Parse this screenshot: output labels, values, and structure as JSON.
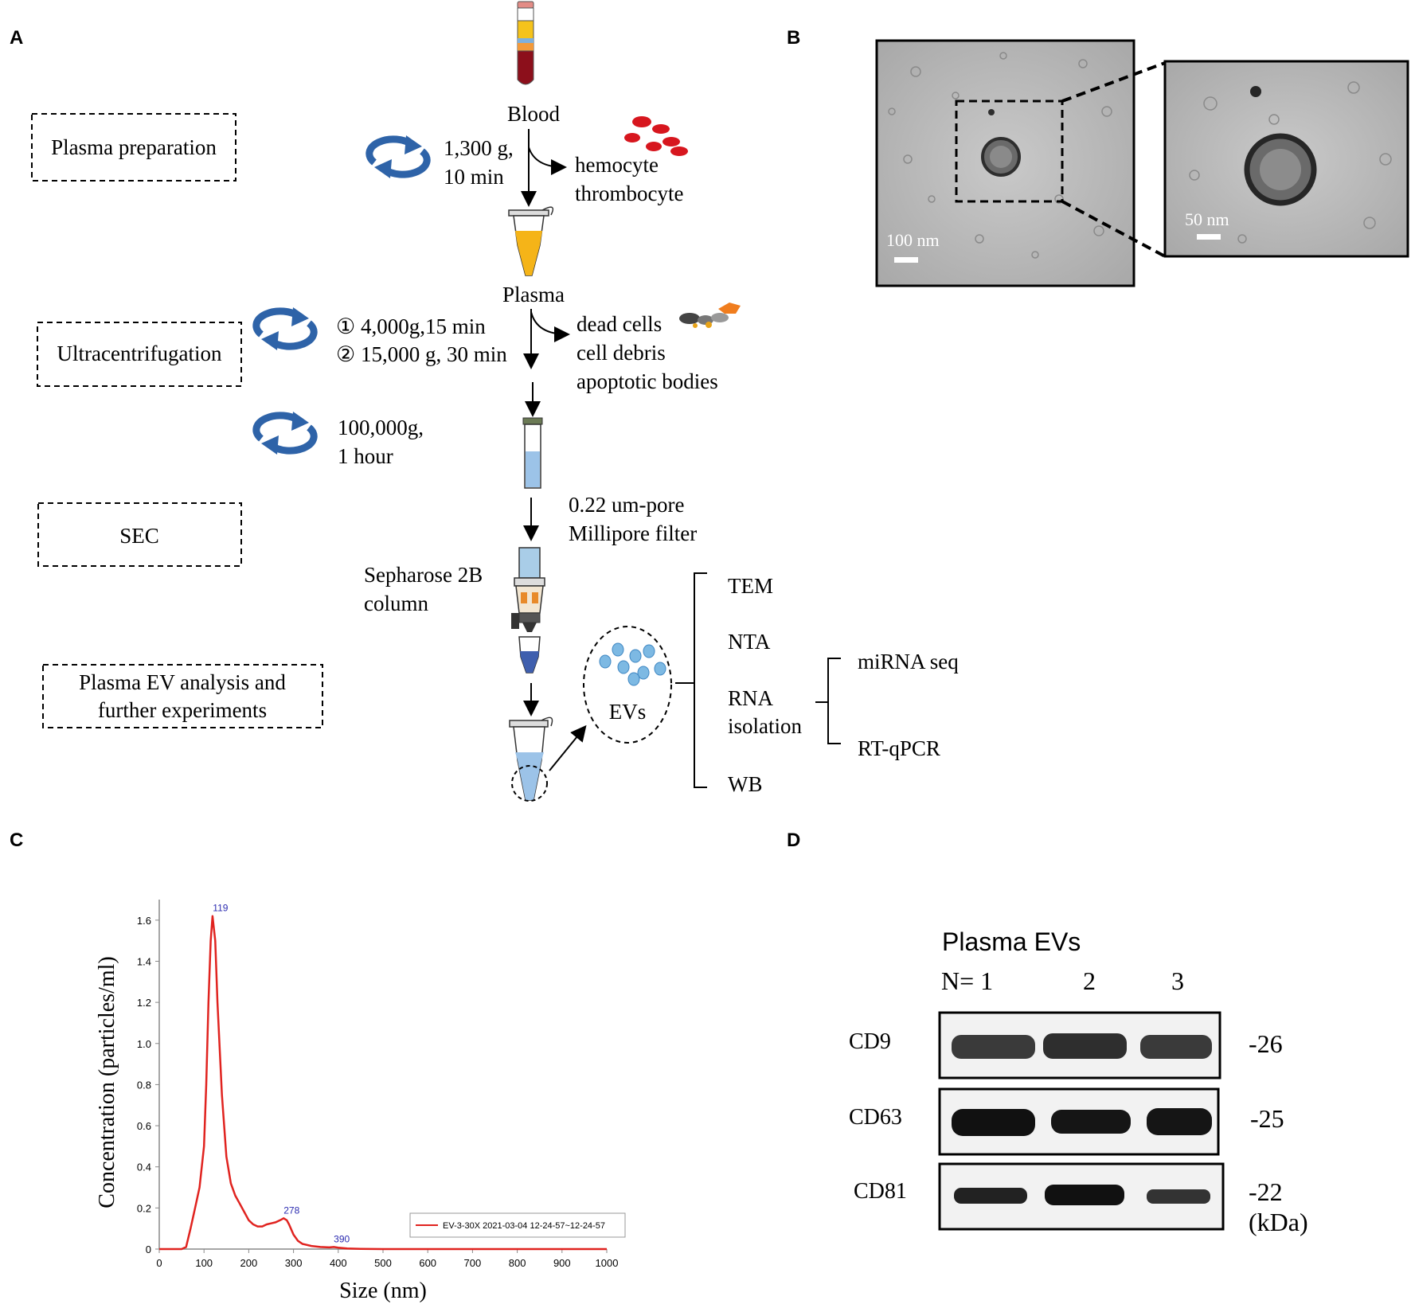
{
  "panels": {
    "a": {
      "letter": "A",
      "boxes": [
        "Plasma preparation",
        "Ultracentrifugation",
        "SEC",
        "Plasma EV analysis and",
        "further experiments"
      ],
      "blood": "Blood",
      "spin1": [
        "1,300 g,",
        "10 min"
      ],
      "removed1": [
        "hemocyte",
        "thrombocyte"
      ],
      "plasma": "Plasma",
      "spin2": [
        "① 4,000g,15 min",
        "② 15,000 g, 30 min"
      ],
      "removed2": [
        "dead cells",
        "cell debris",
        "apoptotic bodies"
      ],
      "spin3": [
        "100,000g,",
        "1 hour"
      ],
      "filter": [
        "0.22 um-pore",
        "Millipore filter"
      ],
      "column": [
        "Sepharose 2B",
        "column"
      ],
      "evs": "EVs",
      "analyses": [
        "TEM",
        "NTA",
        "RNA",
        "isolation",
        "WB"
      ],
      "rna_sub": [
        "miRNA seq",
        "RT-qPCR"
      ],
      "colors": {
        "arrow_blue": "#2e63a8",
        "rbc_red": "#d7161e",
        "plasma_yellow": "#f5b418",
        "ev_blue": "#7db9e3"
      }
    },
    "b": {
      "letter": "B",
      "scale_left": "100 nm",
      "scale_right": "50 nm"
    },
    "c": {
      "letter": "C",
      "peak_labels": [
        "119",
        "278",
        "390"
      ],
      "legend": "EV-3-30X 2021-03-04 12-24-57~12-24-57"
    },
    "d": {
      "letter": "D",
      "title": "Plasma EVs",
      "lanes": [
        "N= 1",
        "2",
        "3"
      ],
      "proteins": [
        "CD9",
        "CD63",
        "CD81"
      ],
      "sizes": [
        "-26",
        "-25",
        "-22"
      ],
      "unit": "(kDa)"
    }
  },
  "chart_data": {
    "type": "line",
    "xlabel": "Size (nm)",
    "ylabel": "Concentration (particles/ml)",
    "xlim": [
      0,
      1000
    ],
    "ylim": [
      0,
      1.7
    ],
    "xticks": [
      0,
      100,
      200,
      300,
      400,
      500,
      600,
      700,
      800,
      900,
      1000
    ],
    "yticks": [
      0,
      0.2,
      0.4,
      0.6,
      0.8,
      1.0,
      1.2,
      1.4,
      1.6
    ],
    "ytick_labels": [
      "0",
      "0.2",
      "0.4",
      "0.6",
      "0.8",
      "1.0",
      "1.2",
      "1.4",
      "1.6"
    ],
    "line_color": "#e0231f",
    "series": [
      {
        "name": "EV-3-30X 2021-03-04 12-24-57~12-24-57",
        "x": [
          0,
          50,
          60,
          70,
          80,
          90,
          100,
          105,
          110,
          115,
          119,
          125,
          130,
          140,
          150,
          160,
          170,
          180,
          190,
          200,
          210,
          220,
          230,
          240,
          250,
          260,
          270,
          278,
          285,
          290,
          300,
          310,
          320,
          340,
          360,
          380,
          390,
          400,
          420,
          450,
          500,
          1000
        ],
        "y": [
          0,
          0,
          0.01,
          0.1,
          0.2,
          0.3,
          0.5,
          0.8,
          1.2,
          1.5,
          1.62,
          1.5,
          1.2,
          0.75,
          0.45,
          0.32,
          0.26,
          0.22,
          0.18,
          0.14,
          0.12,
          0.11,
          0.11,
          0.12,
          0.125,
          0.13,
          0.14,
          0.15,
          0.14,
          0.12,
          0.07,
          0.04,
          0.025,
          0.015,
          0.01,
          0.008,
          0.01,
          0.007,
          0.003,
          0.001,
          0,
          0
        ]
      }
    ]
  }
}
